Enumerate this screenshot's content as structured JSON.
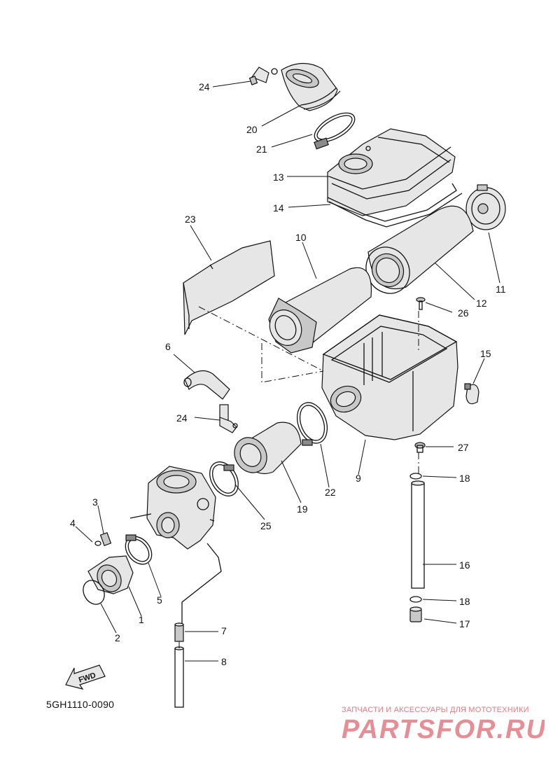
{
  "labels": {
    "p1": "1",
    "p2": "2",
    "p3": "3",
    "p4": "4",
    "p5": "5",
    "p6": "6",
    "p7": "7",
    "p8": "8",
    "p9": "9",
    "p10": "10",
    "p11": "11",
    "p12": "12",
    "p13": "13",
    "p14": "14",
    "p15": "15",
    "p16": "16",
    "p17": "17",
    "p18a": "18",
    "p18b": "18",
    "p19": "19",
    "p20": "20",
    "p21": "21",
    "p22": "22",
    "p23": "23",
    "p24a": "24",
    "p24b": "24",
    "p25": "25",
    "p26": "26",
    "p27": "27"
  },
  "fwd_label": "FWD",
  "diagram_code": "5GH1110-0090",
  "watermark": {
    "tagline": "ЗАПЧАСТИ И АКСЕССУАРЫ ДЛЯ МОТОТЕХНИКИ",
    "logo_text": "PARTSFOR.RU",
    "color": "#e07a84"
  }
}
